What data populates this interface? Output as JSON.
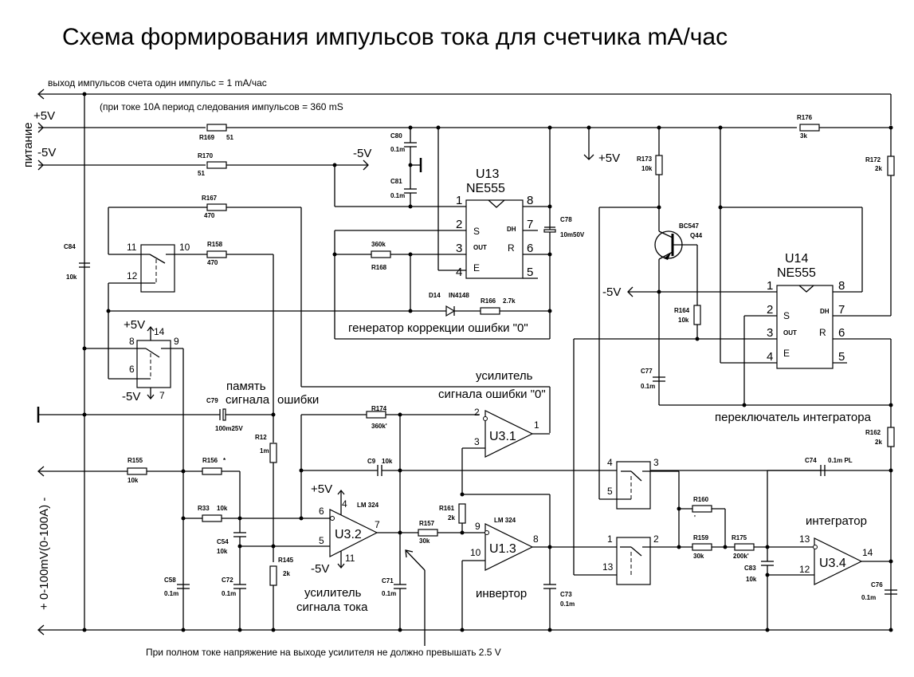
{
  "title": "Схема формирования импульсов тока для счетчика mA/час",
  "notes": {
    "output_line": "выход импульсов счета   один импульс = 1 mA/час",
    "period_note": "(при токе 10A период следования импульсов = 360 mS",
    "power_label": "питание",
    "plus5": "+5V",
    "minus5": "-5V",
    "input_label": "+ 0-100mV(0-100A)  -",
    "bottom_note": "При полном токе напряжение на выходе усилителя не должно превышать 2.5 V"
  },
  "blocks": {
    "gen_label": "генератор коррекции ошибки \"0\"",
    "memory_label_1": "память",
    "memory_label_2": "сигнала",
    "memory_label_3": "ошибки",
    "err_amp_1": "усилитель",
    "err_amp_2": "сигнала ошибки \"0\"",
    "cur_amp_1": "усилитель",
    "cur_amp_2": "сигнала тока",
    "inverter": "инвертор",
    "integrator": "интегратор",
    "int_switch": "переключатель интегратора"
  },
  "chips": {
    "u13_name": "U13",
    "u13_type": "NE555",
    "u14_name": "U14",
    "u14_type": "NE555",
    "pin_s": "S",
    "pin_out": "OUT",
    "pin_e": "E",
    "pin_dh": "DH",
    "pin_r": "R",
    "u31": "U3.1",
    "u32": "U3.2",
    "u13op": "U1.3",
    "u34": "U3.4",
    "lm324": "LM 324"
  },
  "components": {
    "R169": "R169",
    "R169v": "51",
    "R170": "R170",
    "R170v": "51",
    "R167": "R167",
    "R167v": "470",
    "R158": "R158",
    "R158v": "470",
    "R168": "R168",
    "R168v": "360k",
    "R166": "R166",
    "R166v": "2.7k",
    "D14": "D14",
    "D14v": "IN4148",
    "C80": "C80",
    "C80v": "0.1m",
    "C81": "C81",
    "C81v": "0.1m",
    "C78": "C78",
    "C78v": "10m50V",
    "R176": "R176",
    "R176v": "3k",
    "R173": "R173",
    "R173v": "10k",
    "R172": "R172",
    "R172v": "2k",
    "Q44": "Q44",
    "Q44v": "BC547",
    "R164": "R164",
    "R164v": "10k",
    "C77": "C77",
    "C77v": "0.1m",
    "R162": "R162",
    "R162v": "2k",
    "C84": "C84",
    "C84v": "10k",
    "C79": "C79",
    "C79v": "100m25V",
    "R12": "R12",
    "R12v": "1m",
    "R174": "R174",
    "R174v": "360k'",
    "C9": "C9",
    "C9v": "10k",
    "R155": "R155",
    "R155v": "10k",
    "R156": "R156",
    "R156v": "*",
    "R33": "R33",
    "R33v": "10k",
    "C54": "C54",
    "C54v": "10k",
    "C58": "C58",
    "C58v": "0.1m",
    "C72": "C72",
    "C72v": "0.1m",
    "R145": "R145",
    "R145v": "2k",
    "C71": "C71",
    "C71v": "0.1m",
    "R157": "R157",
    "R157v": "30k",
    "R161": "R161",
    "R161v": "2k",
    "C73": "C73",
    "C73v": "0.1m",
    "R160": "R160",
    "R160v": "'",
    "R159": "R159",
    "R159v": "30k",
    "R175": "R175",
    "R175v": "200k'",
    "C83": "C83",
    "C83v": "10k",
    "C74": "C74",
    "C74v": "0.1m PL",
    "C76": "C76",
    "C76v": "0.1m"
  },
  "pins": {
    "p1": "1",
    "p2": "2",
    "p3": "3",
    "p4": "4",
    "p5": "5",
    "p6": "6",
    "p7": "7",
    "p8": "8",
    "p9": "9",
    "p10": "10",
    "p11": "11",
    "p12": "12",
    "p13": "13",
    "p14": "14"
  }
}
